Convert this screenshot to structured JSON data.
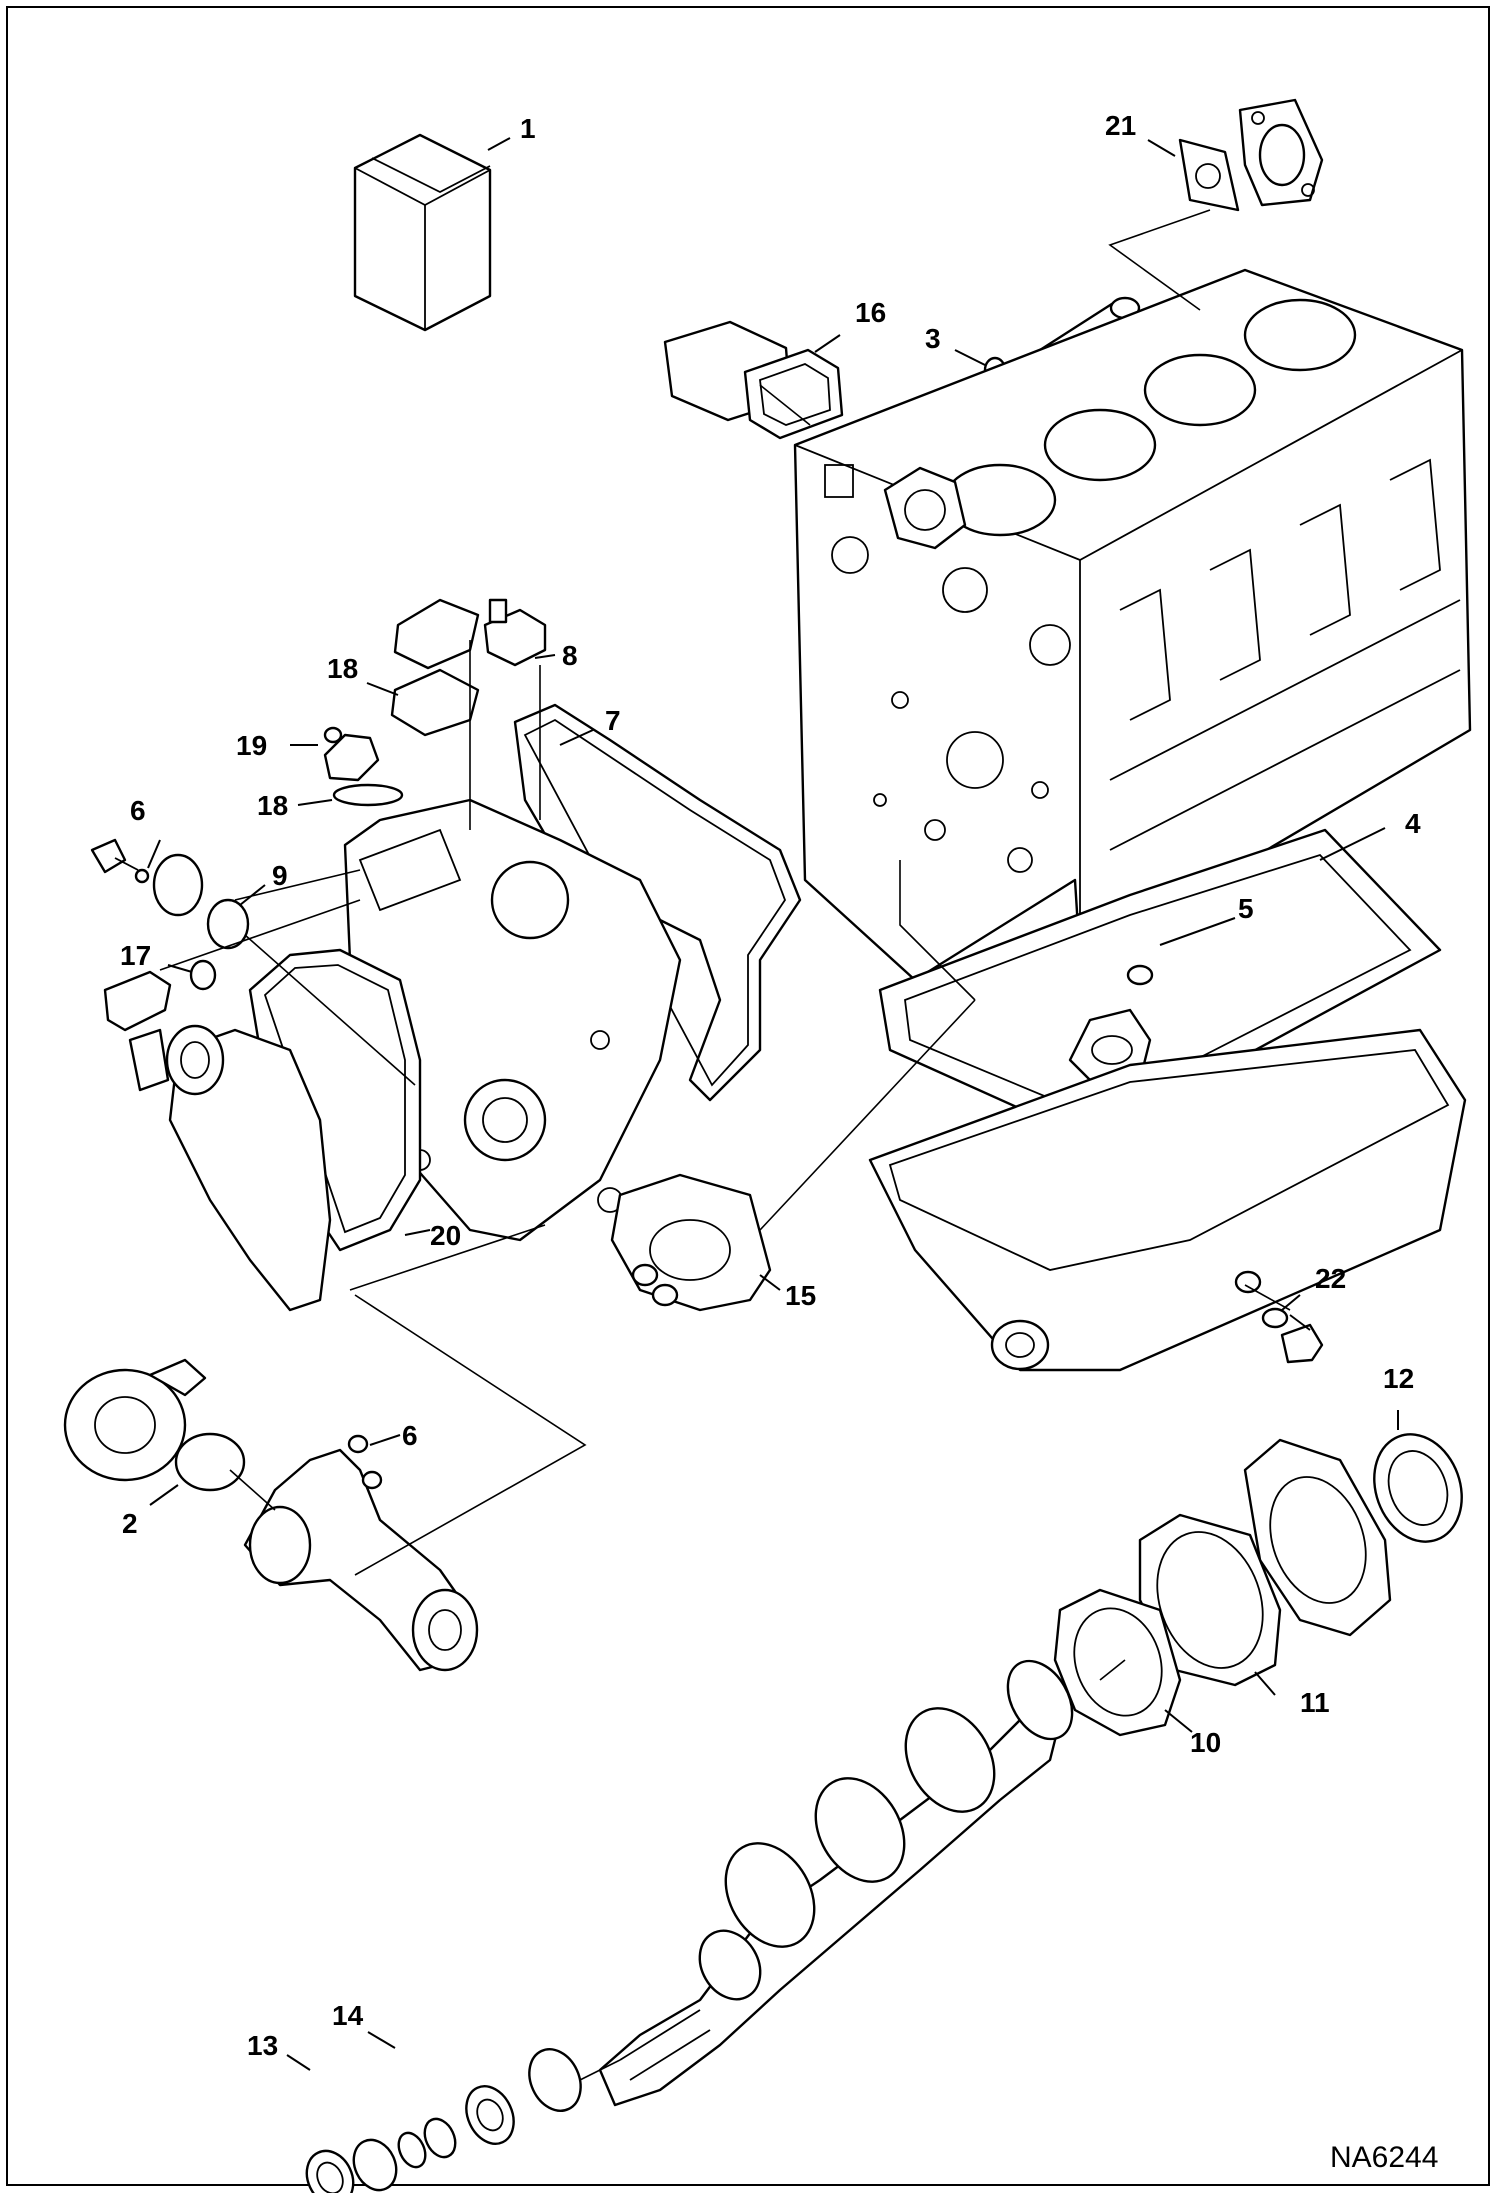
{
  "diagram": {
    "figure_code": "NA6244",
    "callouts": {
      "c1": "1",
      "c2": "2",
      "c3": "3",
      "c4": "4",
      "c5": "5",
      "c6a": "6",
      "c6b": "6",
      "c7": "7",
      "c8": "8",
      "c9": "9",
      "c10": "10",
      "c11": "11",
      "c12": "12",
      "c13": "13",
      "c14": "14",
      "c15": "15",
      "c16": "16",
      "c17": "17",
      "c18a": "18",
      "c18b": "18",
      "c19": "19",
      "c20": "20",
      "c21": "21",
      "c22": "22"
    }
  }
}
